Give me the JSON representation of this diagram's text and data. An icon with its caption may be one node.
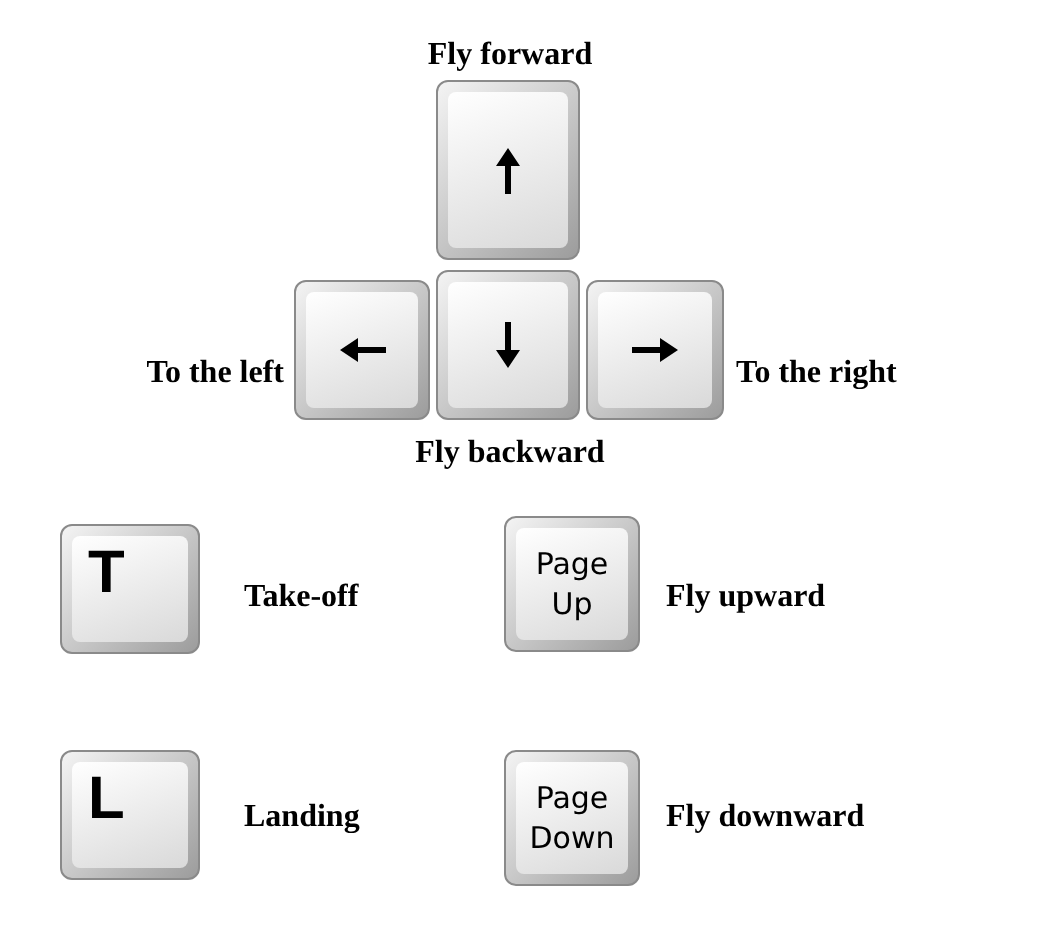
{
  "diagram": {
    "nodes": [
      {
        "text": [],
        "shape": "box",
        "beside": [
          "Fly forward"
        ]
      },
      {
        "text": [],
        "shape": "box",
        "beside": [
          "To the left"
        ]
      },
      {
        "text": [],
        "shape": "box",
        "beside": [
          "Fly backward"
        ]
      },
      {
        "text": [],
        "shape": "box",
        "beside": [
          "To the right"
        ]
      },
      {
        "text": [
          "T"
        ],
        "beside": [
          "Take-off"
        ]
      },
      {
        "text": [
          "Page Up"
        ],
        "beside": [
          "Fly upward"
        ]
      },
      {
        "text": [
          "L"
        ],
        "beside": [
          "Landing"
        ]
      },
      {
        "text": [
          "Page Down"
        ],
        "beside": [
          "Fly downward"
        ]
      }
    ]
  }
}
